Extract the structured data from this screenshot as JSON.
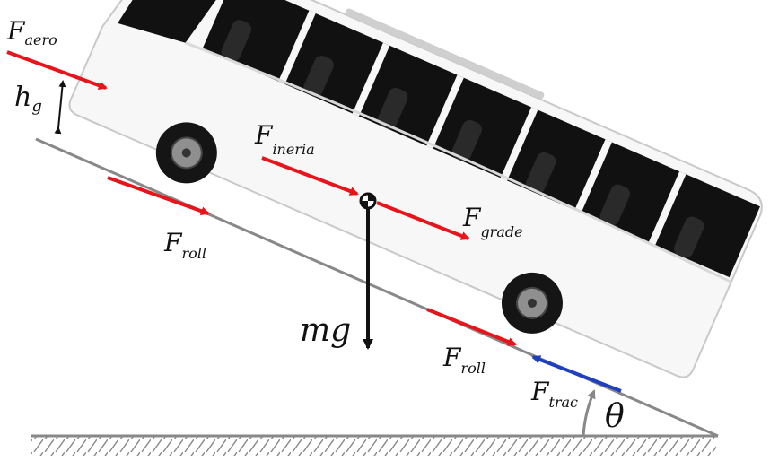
{
  "labels": {
    "aero": {
      "main": "F",
      "sub": "aero"
    },
    "hg": {
      "main": "h",
      "sub": "g"
    },
    "inertia": {
      "main": "F",
      "sub": "ineria"
    },
    "grade": {
      "main": "F",
      "sub": "grade"
    },
    "roll1": {
      "main": "F",
      "sub": "roll"
    },
    "roll2": {
      "main": "F",
      "sub": "roll"
    },
    "trac": {
      "main": "F",
      "sub": "trac"
    },
    "mg": "mg",
    "theta": "θ"
  },
  "colors": {
    "force": "#e8141c",
    "traction": "#1f3fbf",
    "ground": "#888888",
    "ink": "#111111",
    "bus_body": "#f7f7f7",
    "window": "#111111"
  }
}
